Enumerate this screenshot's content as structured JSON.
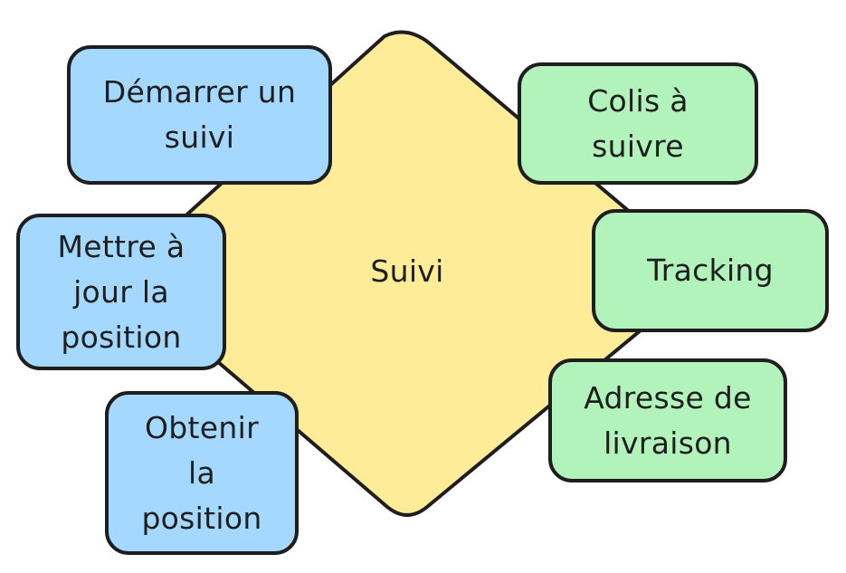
{
  "colors": {
    "stroke": "#1e1e1e",
    "center_fill": "#ffec99",
    "left_fill": "#a5d8ff",
    "right_fill": "#b2f2bb"
  },
  "center": {
    "label": "Suivi"
  },
  "left_nodes": [
    {
      "label": "Démarrer un\nsuivi"
    },
    {
      "label": "Mettre à\njour la\nposition"
    },
    {
      "label": "Obtenir\nla\nposition"
    }
  ],
  "right_nodes": [
    {
      "label": "Colis à\nsuivre"
    },
    {
      "label": "Tracking"
    },
    {
      "label": "Adresse de\nlivraison"
    }
  ]
}
